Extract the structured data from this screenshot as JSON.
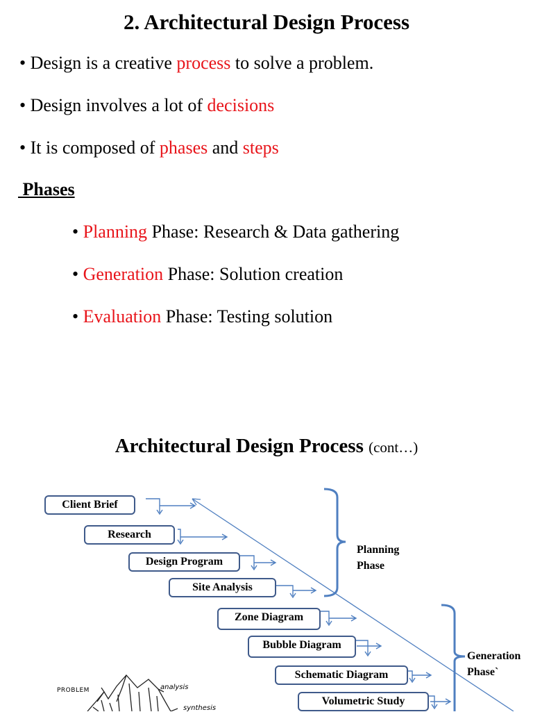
{
  "slide1": {
    "title": "2. Architectural Design Process",
    "bullets": [
      {
        "pre": "• Design is a creative ",
        "hl": "process",
        "post": " to solve a problem."
      },
      {
        "pre": "• Design involves a lot of ",
        "hl": "decisions",
        "post": ""
      },
      {
        "pre": "• It is composed of ",
        "hl": "phases",
        "mid": " and ",
        "hl2": "steps"
      }
    ],
    "phases_heading": " Phases",
    "phases": [
      {
        "pre": "• ",
        "hl": "Planning",
        "post": " Phase: Research & Data gathering"
      },
      {
        "pre": "• ",
        "hl": "Generation",
        "post": " Phase: Solution creation"
      },
      {
        "pre": "• ",
        "hl": "Evaluation",
        "post": " Phase: Testing solution"
      }
    ]
  },
  "slide2": {
    "title": "Architectural Design Process",
    "title_suffix": "(cont…)",
    "steps": [
      "Client Brief",
      "Research",
      "Design Program",
      "Site Analysis",
      "Zone Diagram",
      "Bubble Diagram",
      "Schematic Diagram",
      "Volumetric Study"
    ],
    "planning_label": [
      "Planning",
      "Phase"
    ],
    "generation_label": [
      "Generation",
      "Phase`"
    ],
    "sketch_labels": [
      "PROBLEM",
      "analysis",
      "synthesis"
    ]
  },
  "colors": {
    "highlight": "#e8141a",
    "box_border": "#3f5a8a",
    "arrow": "#4f7fc0"
  }
}
